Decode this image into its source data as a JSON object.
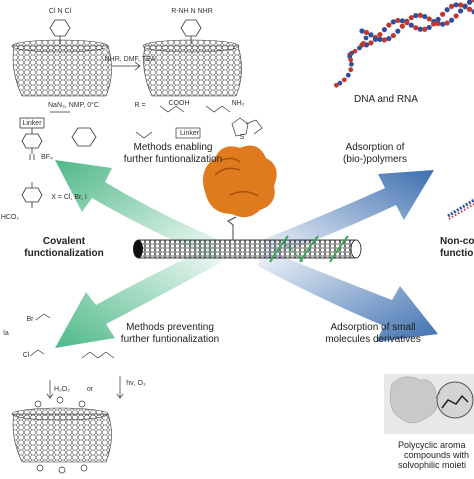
{
  "center_panel": {
    "methods_enabling": [
      "Methods enabling",
      "further funtionalization"
    ],
    "methods_preventing": [
      "Methods preventing",
      "further funtionalization"
    ],
    "adsorption_polymers": [
      "Adsorption of",
      "(bio-)polymers"
    ],
    "adsorption_small": [
      "Adsorption of small",
      "molecules derivatives"
    ]
  },
  "side_labels": {
    "covalent": [
      "Covalent",
      "functionalization"
    ],
    "noncovalent": [
      "Non-co",
      "functiona"
    ],
    "dna_rna": "DNA and RNA",
    "polycyclic": [
      "Polycyclic aroma",
      "compounds with",
      "solvophilic moieti"
    ]
  },
  "reaction_text": {
    "triazine_top": "Cl  N  Cl",
    "triazine_top_subst": "R-NH  N  NHR",
    "reagent_nhr": "NHR, DMF, TEA",
    "r_equals": "R =",
    "nan3": "NaN₃, NMP, 0°C",
    "linker": "Linker",
    "linker2": "Linker",
    "bf4": "BF₄",
    "halide": "X = Cl, Br, I",
    "co2": "HCO₂",
    "cooh": "COOH",
    "nh2": "NH₂",
    "h2o2": "H₂O₂",
    "or": "or",
    "hv": "hν, O₃",
    "br": "Br",
    "cl": "Cl",
    "la": "la",
    "s_letter": "S"
  },
  "colors": {
    "green_arrow": "#4fb889",
    "blue_arrow": "#3d6fb0",
    "tube": "#222222",
    "protein": "#e07a1f",
    "dna_red": "#c0392b",
    "dna_blue": "#2e4f9e",
    "wrap_green": "#3aa855"
  }
}
